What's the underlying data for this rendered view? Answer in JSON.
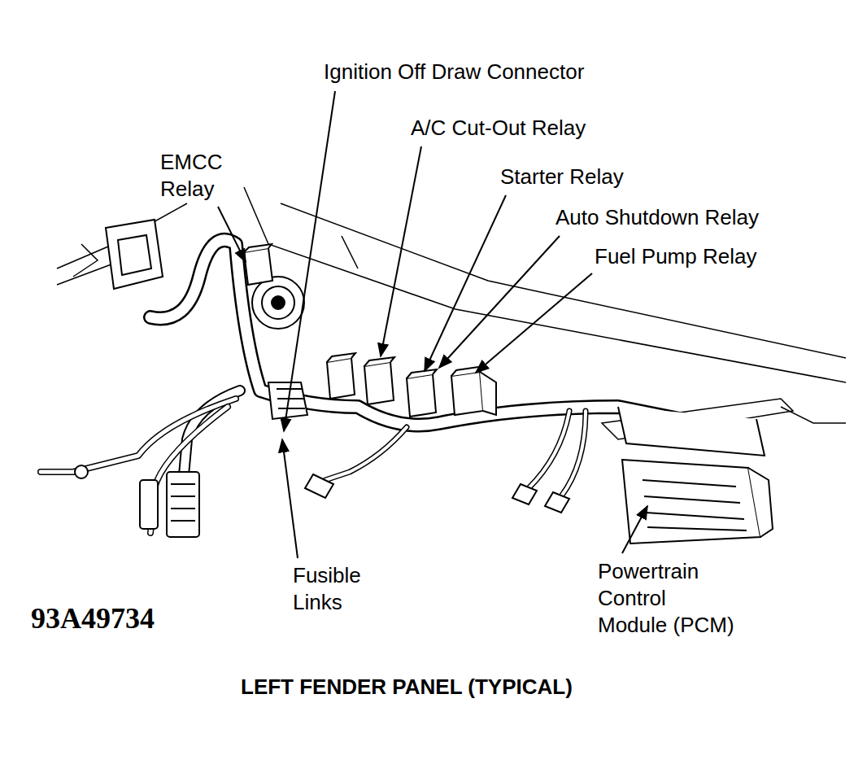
{
  "diagram": {
    "caption": "LEFT FENDER PANEL (TYPICAL)",
    "labels": [
      "Ignition Off Draw Connector",
      "A/C Cut-Out Relay",
      "EMCC Relay",
      "Starter Relay",
      "Auto Shutdown Relay",
      "Fuel Pump Relay",
      "Fusible Links",
      "Powertrain Control Module (PCM)",
      "93A49734"
    ]
  }
}
